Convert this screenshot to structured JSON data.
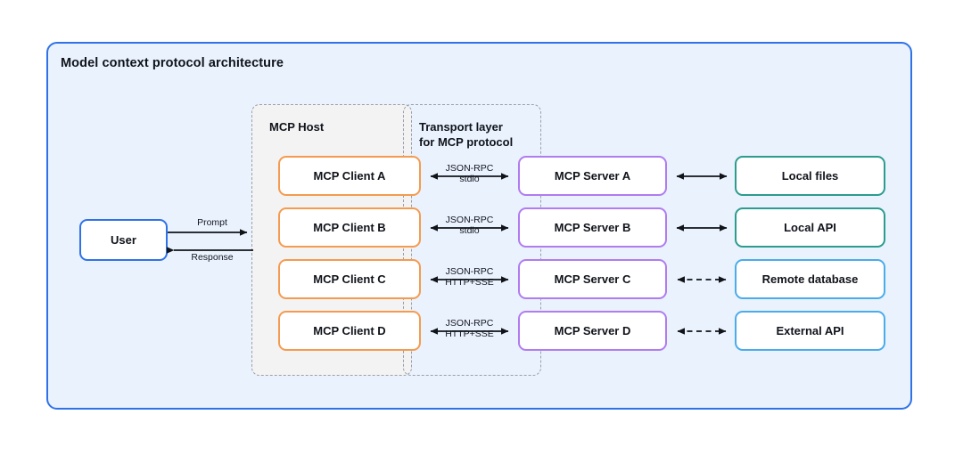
{
  "diagram": {
    "title": "Model context protocol architecture",
    "colors": {
      "panel_bg": "#eaf2fe",
      "panel_border": "#2f72e8",
      "group_border": "#9aa0ab",
      "host_bg": "#f3f3f4",
      "client_border": "#f59b4f",
      "server_border": "#b07cf0",
      "local_border": "#2b9c8e",
      "remote_border": "#4aacea",
      "user_border": "#2f72e8",
      "arrow": "#101317"
    },
    "groups": [
      {
        "id": "mcp-host",
        "label": "MCP Host"
      },
      {
        "id": "transport",
        "label": "Transport layer\nfor MCP protocol"
      }
    ],
    "user": {
      "label": "User"
    },
    "user_links": [
      {
        "label": "Prompt",
        "direction": "right"
      },
      {
        "label": "Response",
        "direction": "left"
      }
    ],
    "rows": [
      {
        "client": "MCP Client A",
        "server": "MCP Server A",
        "resource": "Local files",
        "resource_style": "teal",
        "transport_label": "JSON-RPC\nstdio",
        "resource_link_style": "solid"
      },
      {
        "client": "MCP Client B",
        "server": "MCP Server B",
        "resource": "Local API",
        "resource_style": "teal",
        "transport_label": "JSON-RPC\nstdio",
        "resource_link_style": "solid"
      },
      {
        "client": "MCP Client C",
        "server": "MCP Server C",
        "resource": "Remote database",
        "resource_style": "skyblue",
        "transport_label": "JSON-RPC\nHTTP+SSE",
        "resource_link_style": "dashed"
      },
      {
        "client": "MCP Client D",
        "server": "MCP Server D",
        "resource": "External API",
        "resource_style": "skyblue",
        "transport_label": "JSON-RPC\nHTTP+SSE",
        "resource_link_style": "dashed"
      }
    ]
  }
}
